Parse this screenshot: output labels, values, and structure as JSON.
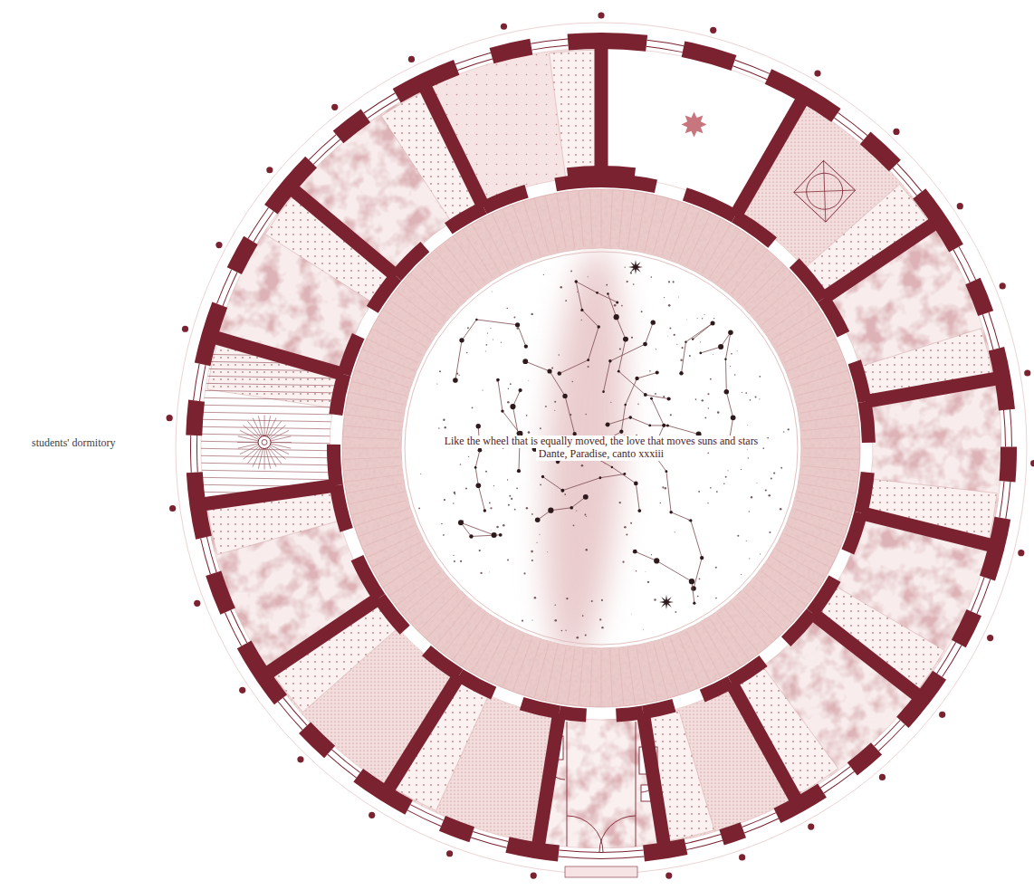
{
  "diagram": {
    "nodes": [
      {
        "text": [
          "Like the wheel that is equally moved, the love that moves suns and stars",
          "Dante, Paradise, canto xxxiii"
        ]
      }
    ],
    "labels": [
      "students' dormitory"
    ]
  }
}
